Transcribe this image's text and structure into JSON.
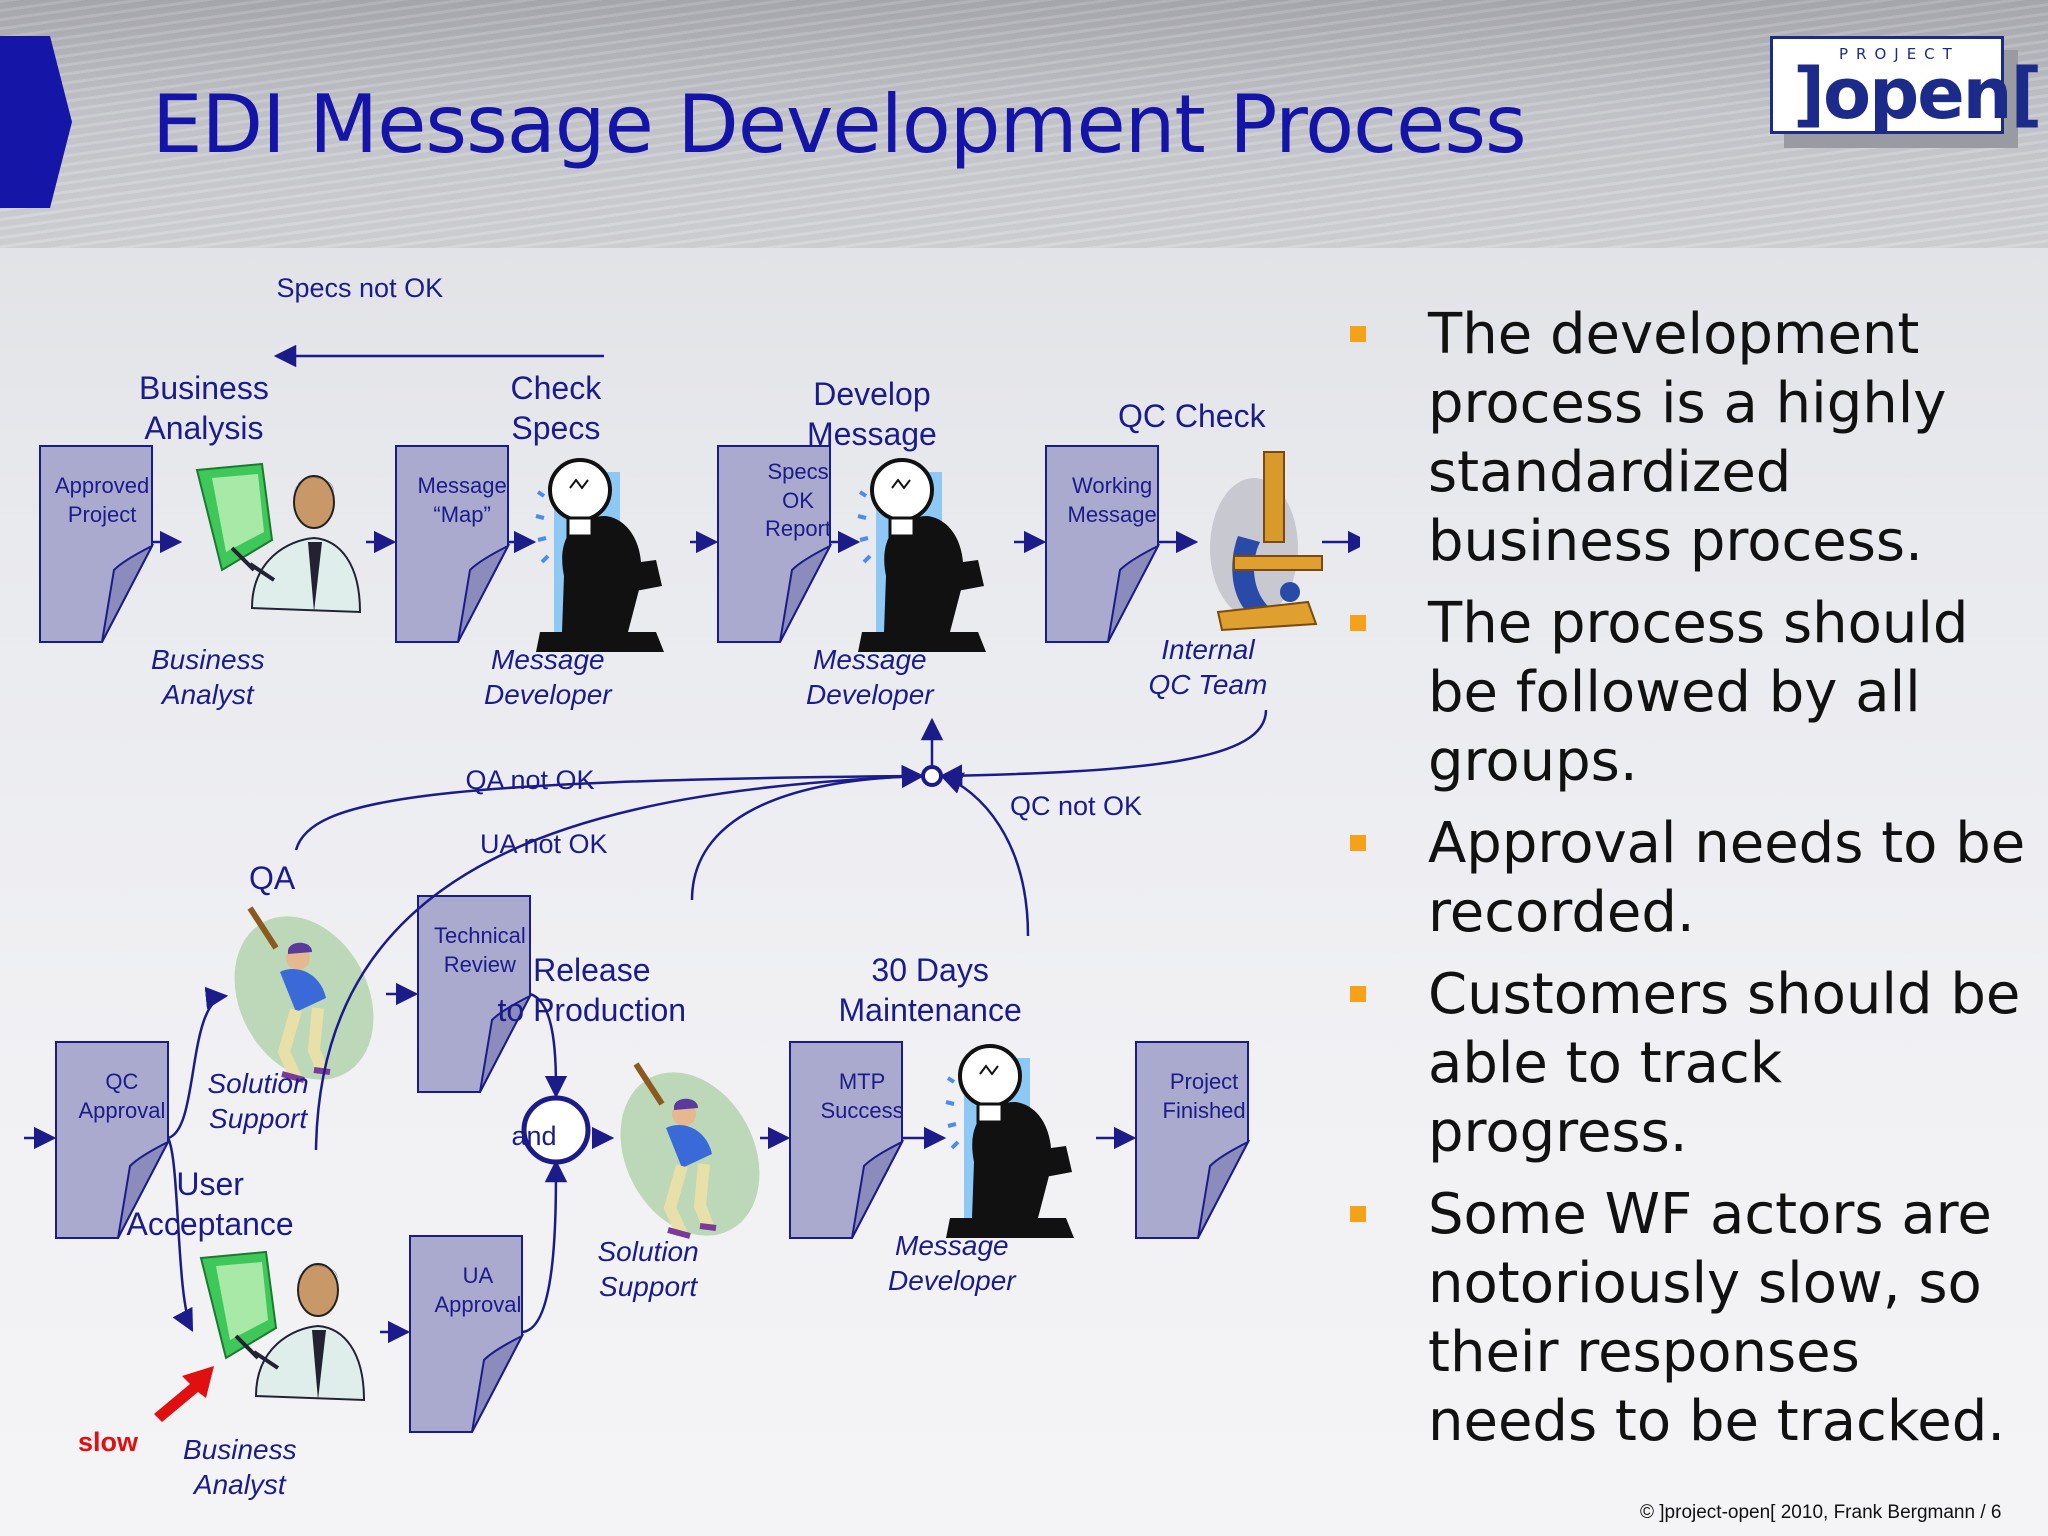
{
  "slide": {
    "title": "EDI Message Development Process",
    "logo_top": "PROJECT",
    "logo_main": "]open[",
    "footer": "©  ]project-open[  2010, Frank Bergmann / 6",
    "colors": {
      "title": "#1414a6",
      "accent": "#1515a8",
      "doc_fill": "#aaaacf",
      "doc_stroke": "#1b1b8a",
      "bullet": "#f6a11a",
      "slow": "#e01010"
    }
  },
  "diagram": {
    "steps": {
      "business_analysis": "Business\nAnalysis",
      "check_specs": "Check\nSpecs",
      "develop_message": "Develop\nMessage",
      "qc_check": "QC Check",
      "qa": "QA",
      "user_acceptance": "User\nAcceptance",
      "release": "Release\nto Production",
      "maintenance": "30 Days\nMaintenance"
    },
    "documents": {
      "approved_project": "Approved\nProject",
      "message_map": "Message\n“Map”",
      "specs_ok": "Specs\nOK\nReport",
      "working_message": "Working\nMessage",
      "qc_approval": "QC\nApproval",
      "technical_review": "Technical\nReview",
      "ua_approval": "UA\nApproval",
      "mtp_success": "MTP\nSuccess",
      "project_finished": "Project\nFinished"
    },
    "actors": {
      "business_analyst_top": "Business\nAnalyst",
      "message_developer_1": "Message\nDeveloper",
      "message_developer_2": "Message\nDeveloper",
      "internal_qc_team": "Internal\nQC Team",
      "solution_support_qa": "Solution\nSupport",
      "business_analyst_bottom": "Business\nAnalyst",
      "solution_support_release": "Solution\nSupport",
      "message_developer_3": "Message\nDeveloper"
    },
    "flow_labels": {
      "specs_not_ok": "Specs not OK",
      "qa_not_ok": "QA not OK",
      "ua_not_ok": "UA not OK",
      "qc_not_ok": "QC not OK",
      "and": "and",
      "slow": "slow"
    },
    "icons": [
      "businessman-presenting-icon",
      "lightbulb-developer-icon",
      "microscope-icon",
      "baseball-batter-icon"
    ]
  },
  "bullets": [
    "The development process is a highly standardized business process.",
    "The process should be followed by all groups.",
    "Approval needs to be recorded.",
    "Customers should be able to track progress.",
    "Some WF actors are notoriously slow, so their responses needs to be tracked."
  ]
}
